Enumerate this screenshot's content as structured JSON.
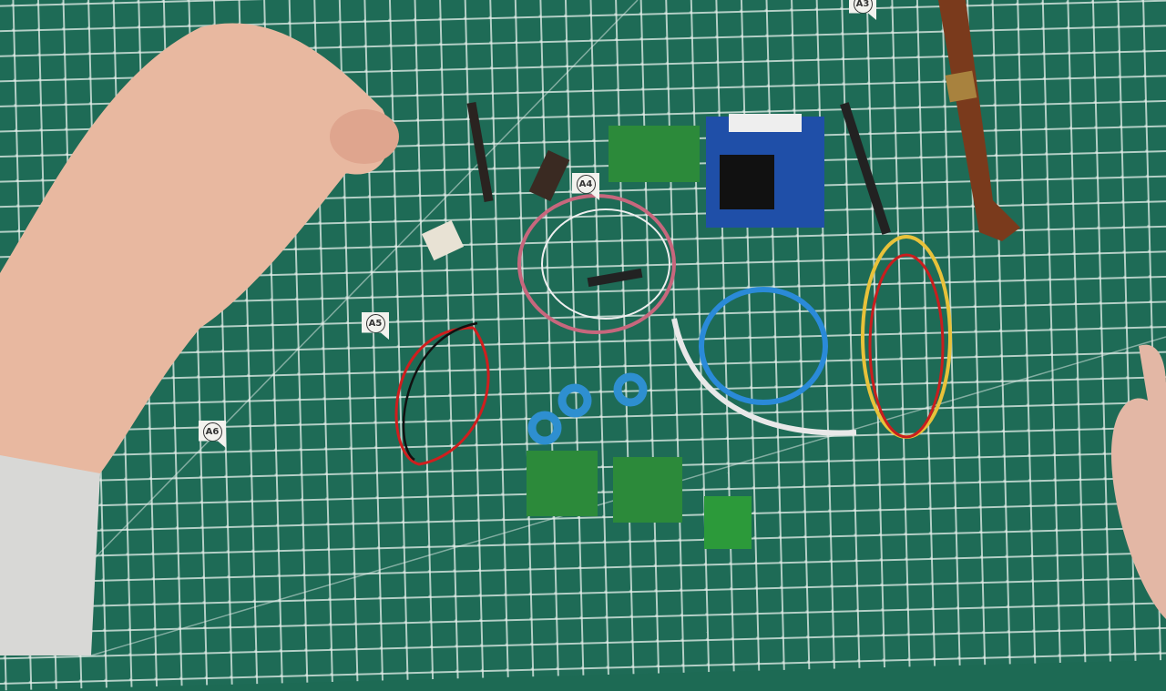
{
  "mat_labels": {
    "a3": "A3",
    "a4": "A4",
    "a5": "A5",
    "a6": "A6"
  },
  "colors": {
    "mat": "#1e6b56",
    "grid": "#e6f0eb",
    "pcb_green": "#2c8a3a",
    "pcb_blue": "#1f4fa8",
    "wire_blue": "#2a8ad8",
    "toroid": "#2e8fd0"
  }
}
